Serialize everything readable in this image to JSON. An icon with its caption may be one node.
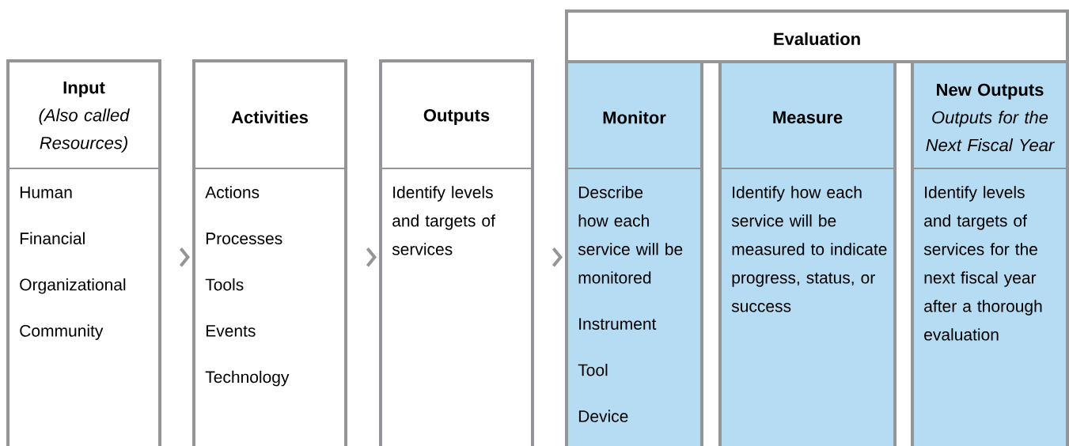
{
  "diagram": {
    "nodes": [
      {
        "text": [
          "Input",
          "(Also called Resources)",
          "Human",
          "Financial",
          "Organizational",
          "Community"
        ]
      },
      {
        "text": [
          "Activities",
          "Actions",
          "Processes",
          "Tools",
          "Events",
          "Technology"
        ]
      },
      {
        "text": [
          "Outputs",
          "Identify levels and targets of services"
        ]
      },
      {
        "text": [
          "Evaluation"
        ]
      },
      {
        "text": [
          "Monitor",
          "Describe how each service will be monitored",
          "Instrument",
          "Tool",
          "Device"
        ],
        "in": 3
      },
      {
        "text": [
          "Measure",
          "Identify how each service will be measured to indicate progress, status, or success"
        ],
        "in": 3
      },
      {
        "text": [
          "New Outputs",
          "Outputs for the Next Fiscal Year",
          "Identify levels and targets of services for the next fiscal year after a thorough evaluation"
        ],
        "in": 3
      }
    ],
    "edges": [
      {
        "from": 0,
        "to": 1,
        "arrow": "to"
      },
      {
        "from": 1,
        "to": 2,
        "arrow": "to"
      },
      {
        "from": 2,
        "to": 3,
        "arrow": "to"
      }
    ]
  }
}
